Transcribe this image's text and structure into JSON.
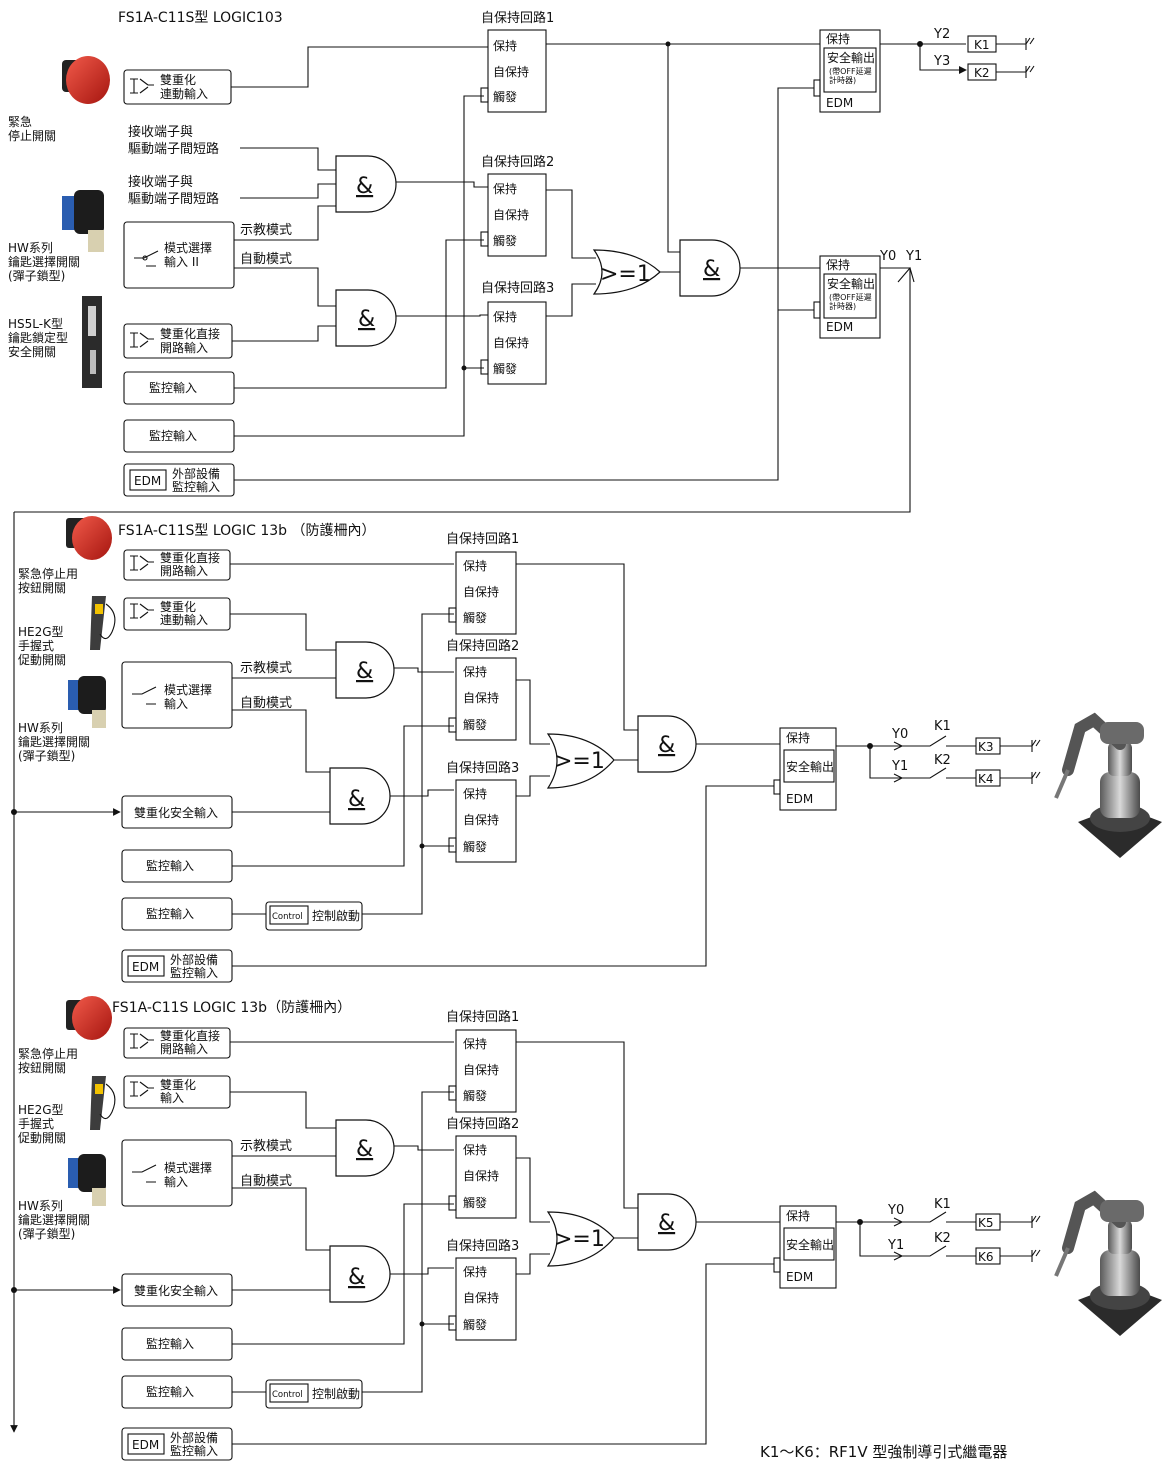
{
  "panels": [
    {
      "title": "FS1A-C11S型  LOGIC103",
      "devices": [
        "緊急\n停止開關",
        "HW系列\n鑰匙選擇開關\n(彈子鎖型)",
        "HS5L-K型\n鑰匙鎖定型\n安全開關"
      ],
      "inputs": [
        "雙重化\n連動輸入",
        "接收端子與\n驅動端子間短路",
        "接收端子與\n驅動端子間短路",
        "模式選擇\n輸入 II",
        "雙重化直接\n開路輸入",
        "監控輸入",
        "監控輸入",
        "外部設備\n監控輸入"
      ],
      "mode_labels": [
        "示教模式",
        "自動模式"
      ],
      "latches": [
        "自保持回路1",
        "自保持回路2",
        "自保持回路3"
      ],
      "latch_rows": [
        "保持",
        "自保持",
        "觸發"
      ],
      "gates": [
        "&",
        "&",
        ">=1",
        "&"
      ],
      "outputs": [
        {
          "hold": "保持",
          "label": "安全輸出",
          "sub": "(帶OFF延遲\n計時器)",
          "edm": "EDM"
        },
        {
          "hold": "保持",
          "label": "安全輸出",
          "sub": "(帶OFF延遲\n計時器)",
          "edm": "EDM"
        }
      ],
      "ports": [
        "Y2",
        "Y3",
        "Y0",
        "Y1"
      ],
      "relays": [
        "K1",
        "K2"
      ]
    },
    {
      "title": "FS1A-C11S型  LOGIC 13b （防護柵內）",
      "devices": [
        "緊急停止用\n按鈕開關",
        "HE2G型\n手握式\n促動開關",
        "HW系列\n鑰匙選擇開關\n(彈子鎖型)"
      ],
      "inputs": [
        "雙重化直接\n開路輸入",
        "雙重化\n連動輸入",
        "模式選擇\n輸入",
        "雙重化安全輸入",
        "監控輸入",
        "監控輸入",
        "外部設備\n監控輸入"
      ],
      "mode_labels": [
        "示教模式",
        "自動模式"
      ],
      "latches": [
        "自保持回路1",
        "自保持回路2",
        "自保持回路3"
      ],
      "latch_rows": [
        "保持",
        "自保持",
        "觸發"
      ],
      "control": [
        "Control",
        "控制啟動"
      ],
      "output": {
        "hold": "保持",
        "label": "安全輸出",
        "edm": "EDM"
      },
      "ports": [
        "Y0",
        "Y1"
      ],
      "contacts": [
        "K1",
        "K2"
      ],
      "relays": [
        "K3",
        "K4"
      ]
    },
    {
      "title": "FS1A-C11S  LOGIC 13b（防護柵內）",
      "devices": [
        "緊急停止用\n按鈕開關",
        "HE2G型\n手握式\n促動開關",
        "HW系列\n鑰匙選擇開關\n(彈子鎖型)"
      ],
      "inputs": [
        "雙重化直接\n開路輸入",
        "雙重化\n輸入",
        "模式選擇\n輸入",
        "雙重化安全輸入",
        "監控輸入",
        "監控輸入",
        "外部設備\n監控輸入"
      ],
      "mode_labels": [
        "示教模式",
        "自動模式"
      ],
      "latches": [
        "自保持回路1",
        "自保持回路2",
        "自保持回路3"
      ],
      "latch_rows": [
        "保持",
        "自保持",
        "觸發"
      ],
      "control": [
        "Control",
        "控制啟動"
      ],
      "output": {
        "hold": "保持",
        "label": "安全輸出",
        "edm": "EDM"
      },
      "ports": [
        "Y0",
        "Y1"
      ],
      "contacts": [
        "K1",
        "K2"
      ],
      "relays": [
        "K5",
        "K6"
      ]
    }
  ],
  "edm_tag": "EDM",
  "footnote": "K1～K6：RF1V 型強制導引式繼電器"
}
